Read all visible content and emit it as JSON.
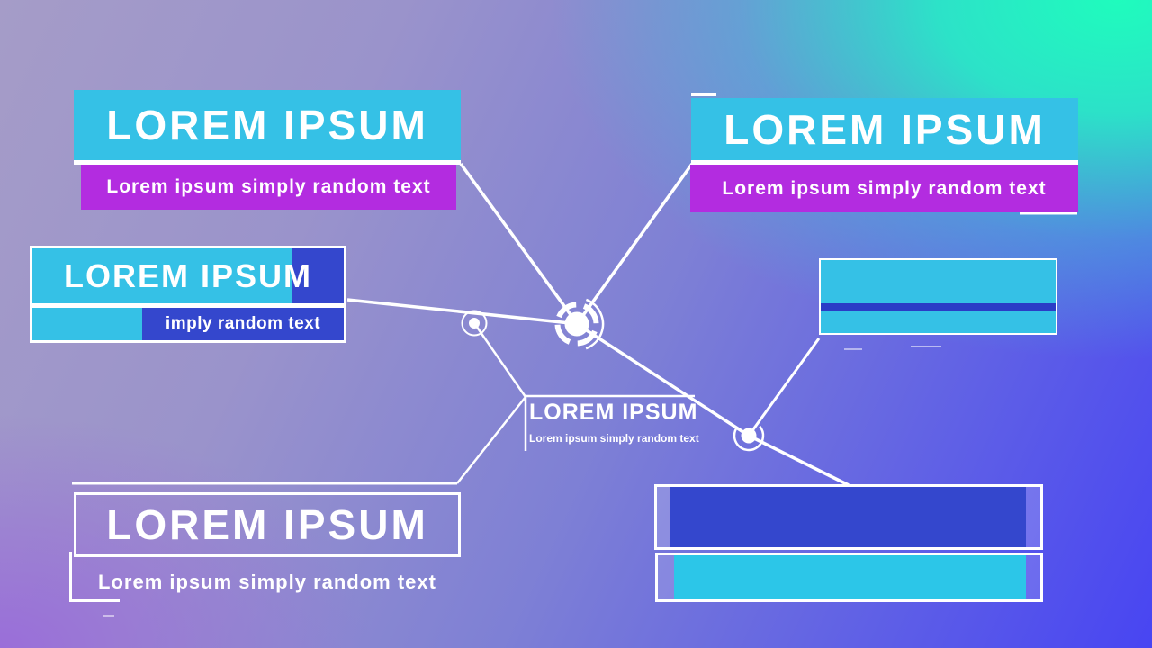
{
  "colors": {
    "cyan": "#35c1e6",
    "cyan_bright": "#2cc6e8",
    "magenta": "#b32ce0",
    "royal_blue": "#3447cd",
    "stripe_blue": "#2b3cc6",
    "line_white": "#ffffff",
    "bg_top_left": "#a59cc8",
    "bg_top_right": "#1ffcbd",
    "bg_bottom_left": "#9a70d8",
    "bg_bottom_right": "#4845f2"
  },
  "callouts": {
    "top_left": {
      "title": "LOREM IPSUM",
      "subtitle": "Lorem ipsum simply random text"
    },
    "top_right": {
      "title": "LOREM IPSUM",
      "subtitle": "Lorem ipsum simply random text"
    },
    "mid_left": {
      "title": "LOREM IPSUM",
      "subtitle": "imply random text"
    },
    "center": {
      "title": "LOREM IPSUM",
      "subtitle": "Lorem ipsum simply random text"
    },
    "bottom_left": {
      "title": "LOREM IPSUM",
      "subtitle": "Lorem ipsum simply random text"
    }
  }
}
